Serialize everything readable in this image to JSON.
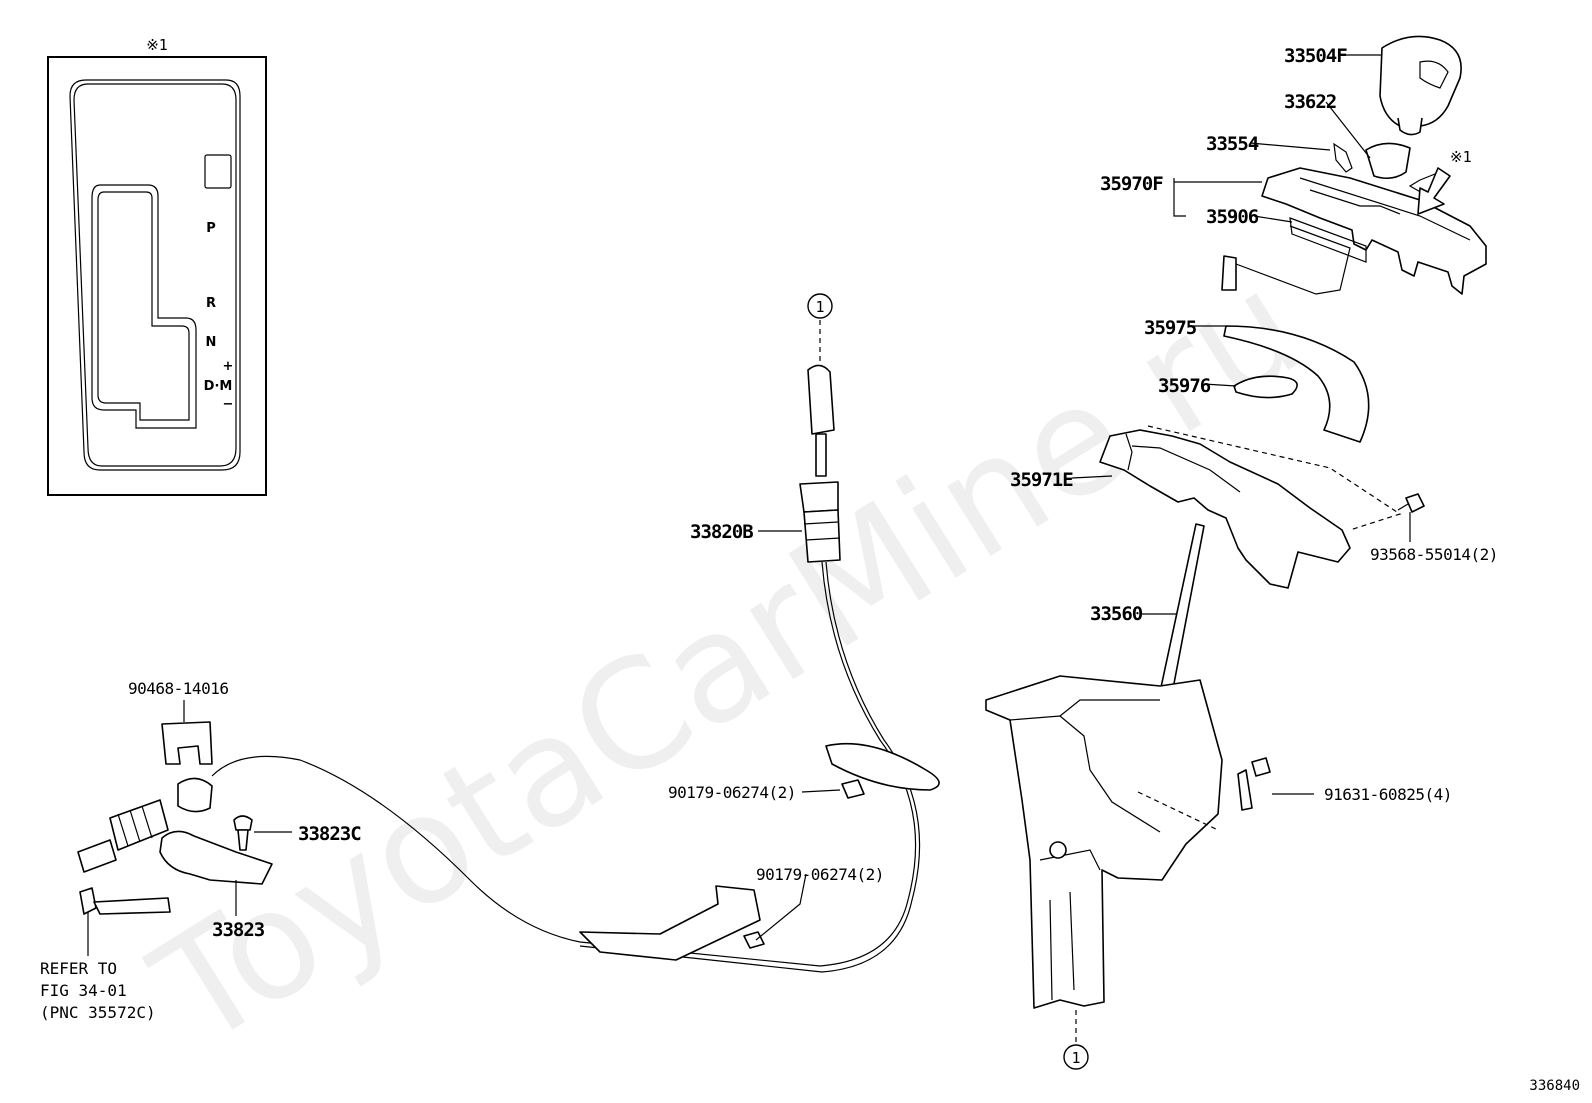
{
  "diagram": {
    "inset_marker": "※1",
    "gate_positions": [
      "P",
      "R",
      "N",
      "D·M"
    ],
    "gate_plus": "+",
    "gate_minus": "−",
    "labels": {
      "knob": "33504F",
      "boot": "33622",
      "clip": "33554",
      "housing_group": "35970F",
      "indicator": "35906",
      "plate": "35975",
      "slide": "35976",
      "bezel": "35971E",
      "bolt_bezel": "93568-55014(2)",
      "cable": "33820B",
      "lever": "33560",
      "nut_upper": "90179-06274(2)",
      "nut_lower": "90179-06274(2)",
      "bolt_base": "91631-60825(4)",
      "clip_cable": "90468-14016",
      "bolt_bracket": "33823C",
      "bracket": "33823"
    },
    "reference_circle": "1",
    "arrow_marker": "※1",
    "refer_note": [
      "REFER TO",
      "FIG 34-01",
      "(PNC 35572C)"
    ],
    "figure_number": "336840",
    "watermark": "ToyotaCarMine.ru"
  }
}
